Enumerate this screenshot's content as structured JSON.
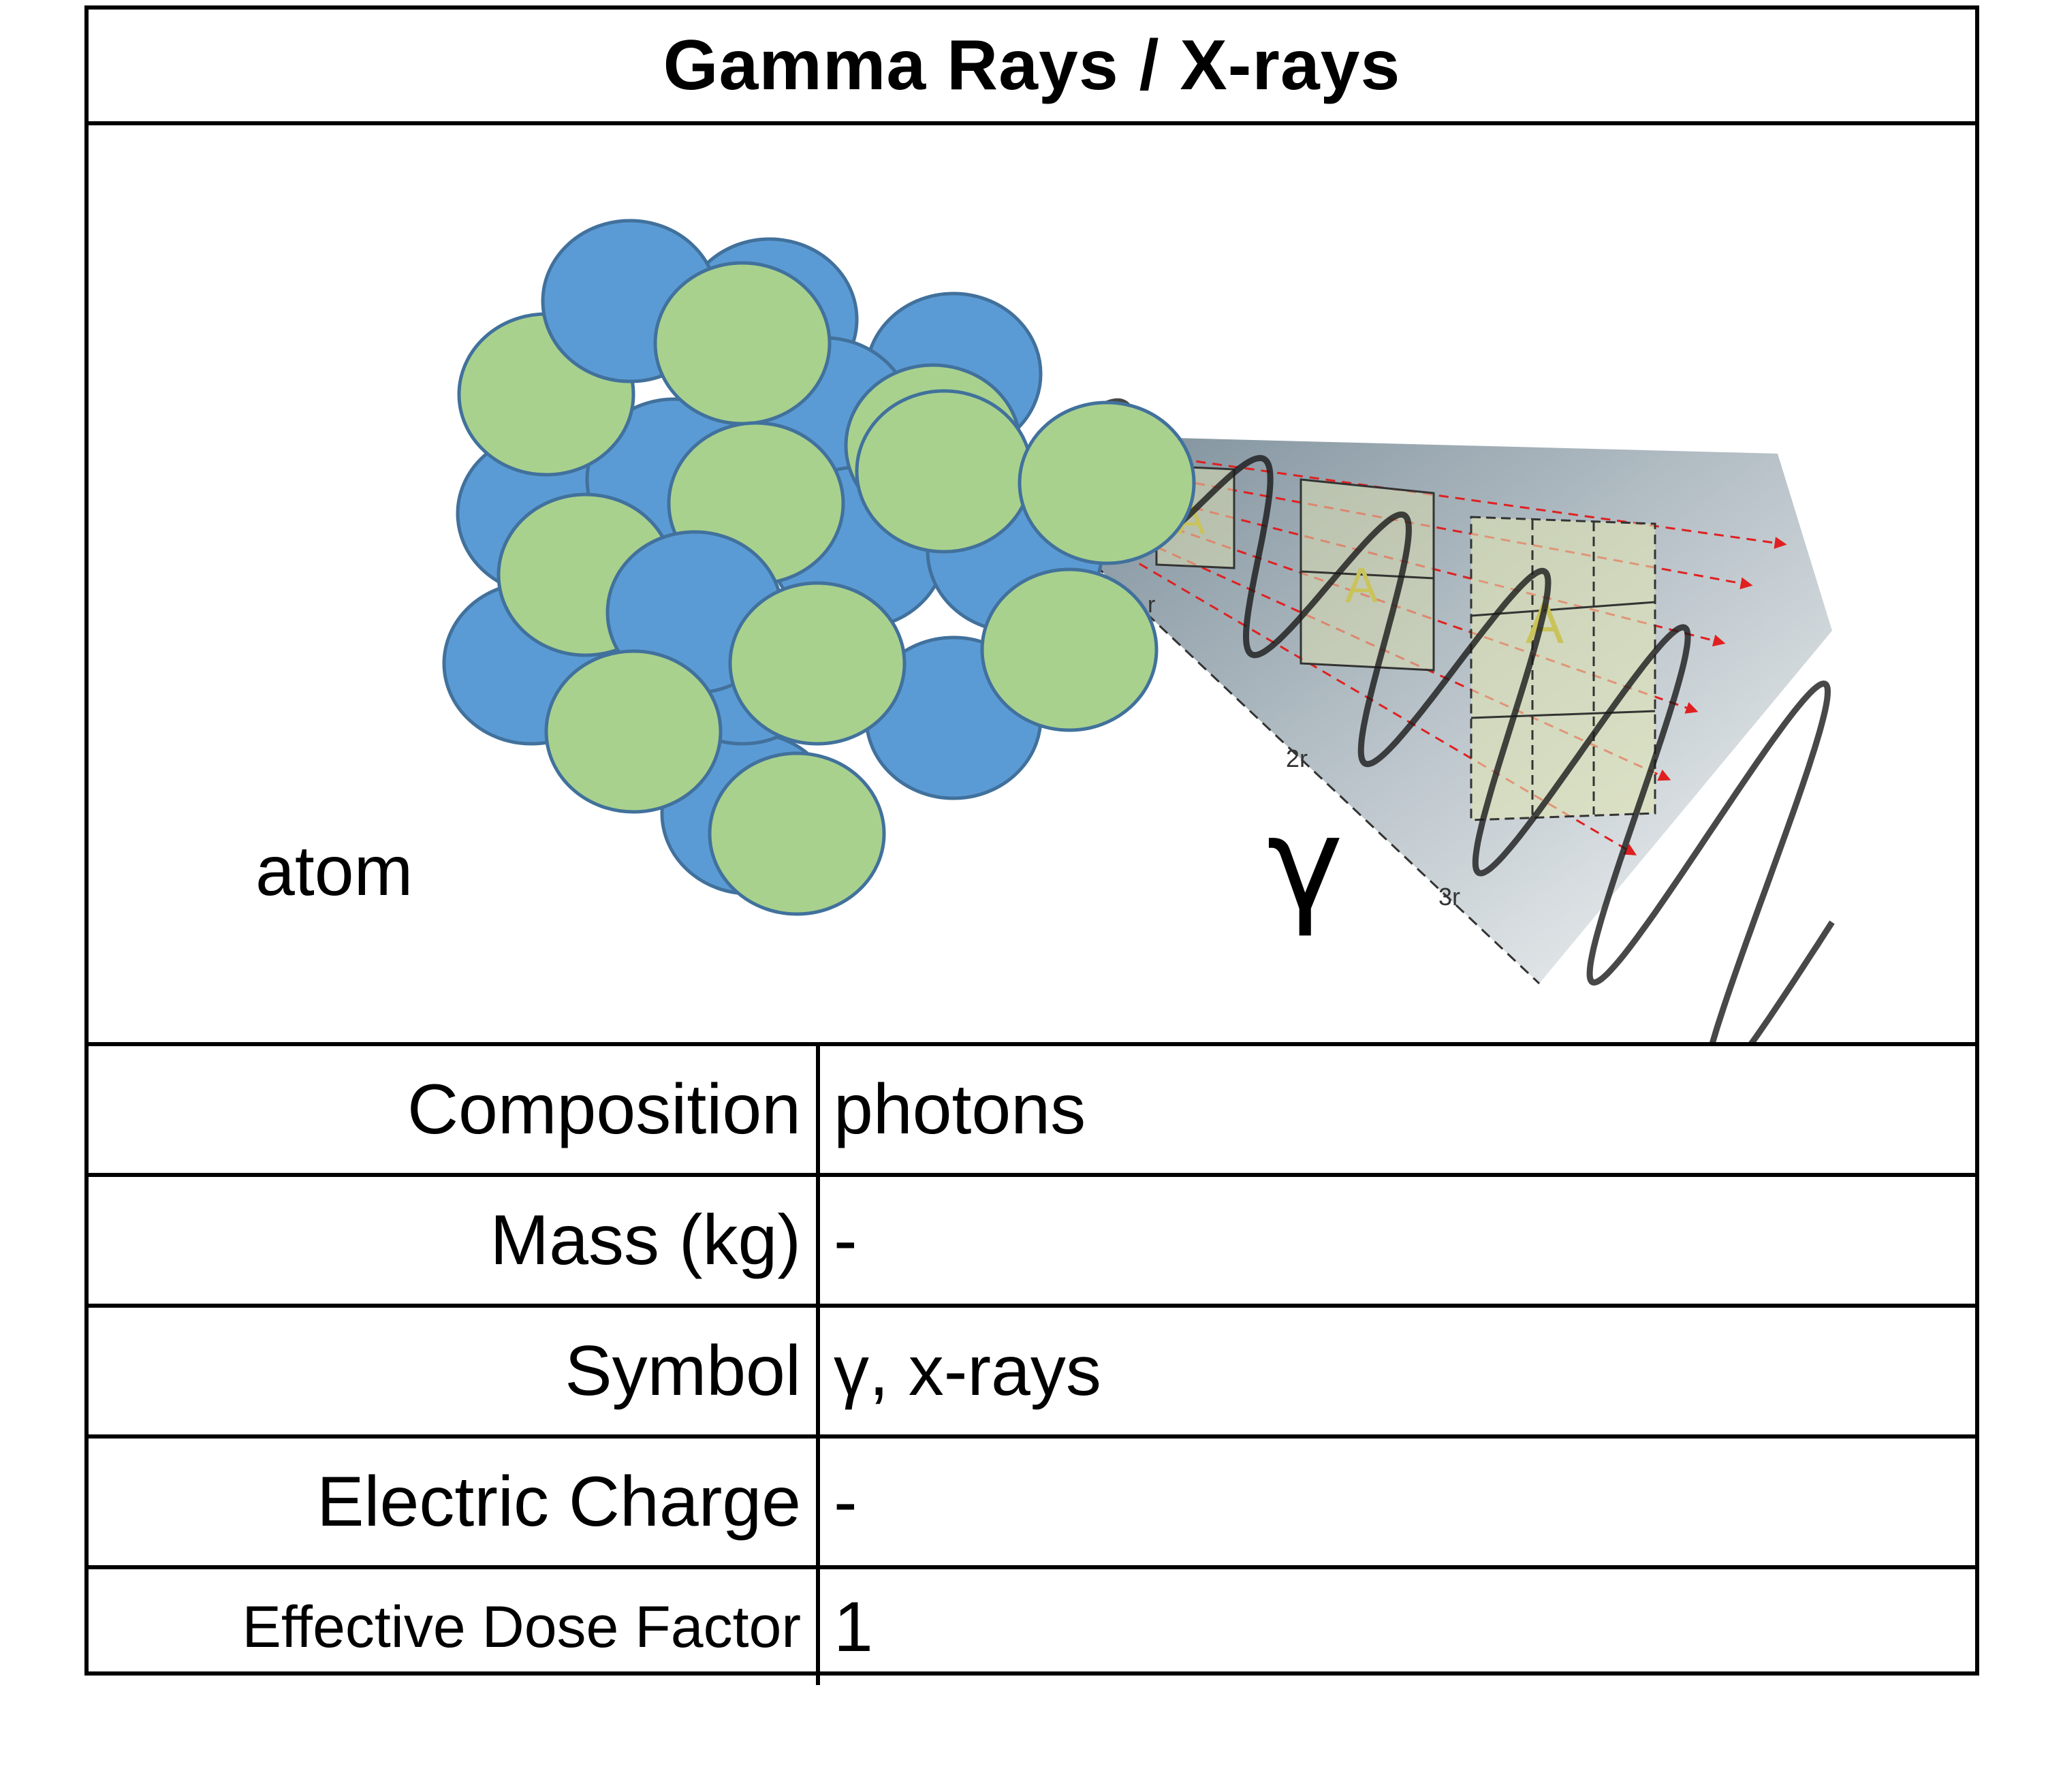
{
  "title": "Gamma Rays / X-rays",
  "figure": {
    "atom_label": "atom",
    "gamma_symbol": "γ",
    "distance_labels": [
      "r",
      "2r",
      "3r"
    ],
    "area_label": "A",
    "colors": {
      "proton_blue": "#5b9bd5",
      "neutron_green": "#a9d18e",
      "outline": "#41719c",
      "ray_red": "#e02020",
      "wave_black": "#1a1a1a",
      "cone_gray": "#9aa6ae"
    }
  },
  "properties": [
    {
      "label": "Composition",
      "value": "photons"
    },
    {
      "label": "Mass (kg)",
      "value": "-"
    },
    {
      "label": "Symbol",
      "value": "γ, x-rays"
    },
    {
      "label": "Electric Charge",
      "value": "-"
    },
    {
      "label": "Effective Dose Factor",
      "value": "1"
    }
  ]
}
